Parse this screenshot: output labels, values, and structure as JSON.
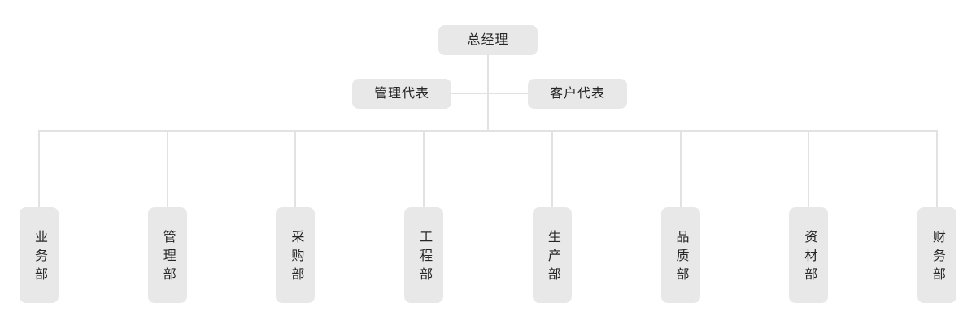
{
  "org_chart": {
    "root": {
      "label": "总经理"
    },
    "representatives": [
      {
        "label": "管理代表"
      },
      {
        "label": "客户代表"
      }
    ],
    "departments": [
      {
        "label": "业务部"
      },
      {
        "label": "管理部"
      },
      {
        "label": "采购部"
      },
      {
        "label": "工程部"
      },
      {
        "label": "生产部"
      },
      {
        "label": "品质部"
      },
      {
        "label": "资材部"
      },
      {
        "label": "财务部"
      }
    ],
    "colors": {
      "node_background": "#e8e8e8",
      "node_text": "#262626",
      "connector": "#e2e2e2",
      "canvas_background": "#ffffff"
    }
  }
}
